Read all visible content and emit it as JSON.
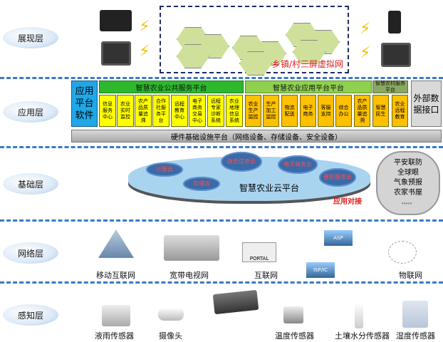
{
  "layers": [
    "展现层",
    "应用层",
    "基础层",
    "网络层",
    "感知层"
  ],
  "presentation": {
    "virtual_net_label": "乡镇/村三屏虚拟网"
  },
  "application": {
    "app_software": "应用平台软件",
    "public_platform": {
      "title": "智慧农业公共服务平台",
      "items": [
        "信息服务中心",
        "农业实时监控",
        "农产品质量追溯",
        "合作社服务平台",
        "远程教育中心",
        "电子商务交易中心",
        "远程专家诊断系统",
        "农业地理信息系统"
      ]
    },
    "app_platform": {
      "title": "智慧农业应用平台平台",
      "items": [
        "农业生产监控",
        "生产加工监控",
        "物流配送",
        "电子商务",
        "客服支持",
        "综合办公",
        "农产品质量追溯"
      ]
    },
    "village_platform": {
      "title": "智慧农村服务平台",
      "items": [
        "智慧民生",
        "农业远程教育"
      ]
    },
    "external": "外部数据接口",
    "hardware": "硬件基础设施平台（网络设备、存储设备、安全设备）"
  },
  "infrastructure": {
    "main_cloud": "智慧农业云平台",
    "clouds": [
      "计算云",
      "存储云",
      "政务信息云",
      "电子商务云",
      "便民服务云"
    ],
    "app_dock": "应用对接",
    "extra_services": [
      "平安联防",
      "全球眼",
      "气象预报",
      "农家书屋",
      "。。。。。"
    ]
  },
  "network": {
    "items": [
      "移动互联网",
      "宽带电视网",
      "互联网",
      "物联网"
    ],
    "device_labels": [
      "PORTAL",
      "ASP",
      "ISP/IC"
    ]
  },
  "perception": {
    "items": [
      "液雨传感器",
      "摄像头",
      "温度传感器",
      "土壤水分传感器",
      "湿度传感器"
    ]
  }
}
